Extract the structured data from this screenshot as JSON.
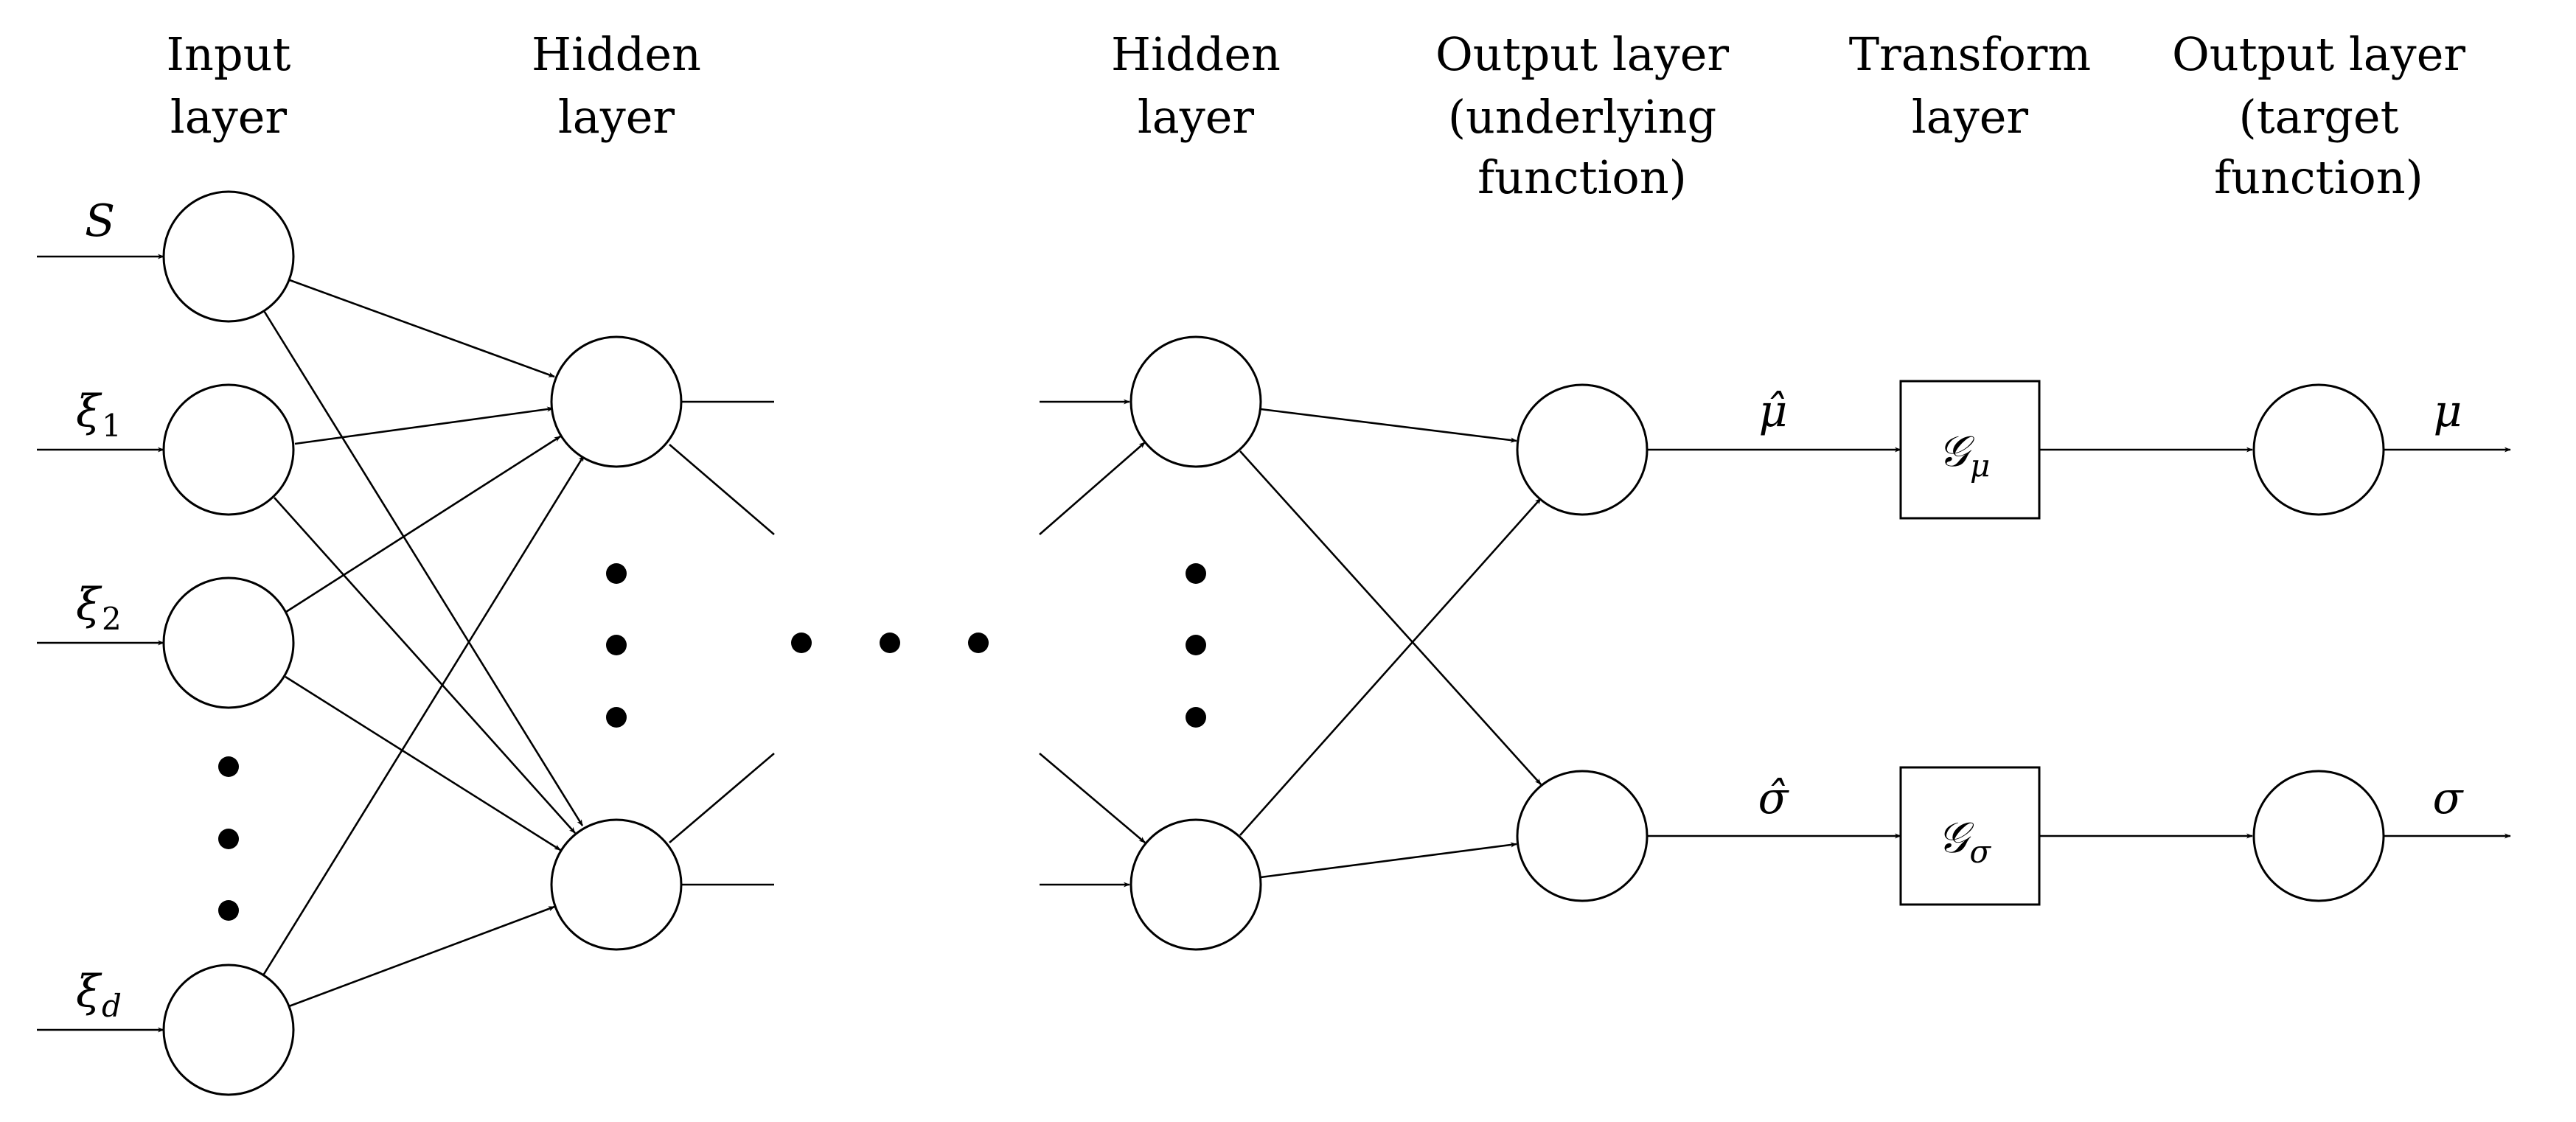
{
  "headers": {
    "input": [
      "Input",
      "layer"
    ],
    "hidden1": [
      "Hidden",
      "layer"
    ],
    "hidden2": [
      "Hidden",
      "layer"
    ],
    "underlying": [
      "Output layer",
      "(underlying",
      "function)"
    ],
    "transform": [
      "Transform",
      "layer"
    ],
    "target": [
      "Output layer",
      "(target",
      "function)"
    ]
  },
  "inputs": {
    "s": {
      "base": "S",
      "sub": ""
    },
    "xi1": {
      "base": "ξ",
      "sub": "1"
    },
    "xi2": {
      "base": "ξ",
      "sub": "2"
    },
    "xid": {
      "base": "ξ",
      "sub": "d"
    }
  },
  "outputs": {
    "mu_hat": "μ̂",
    "sigma_hat": "σ̂",
    "mu": "μ",
    "sigma": "σ"
  },
  "transforms": {
    "g_mu": {
      "base": "𝒢",
      "sub": "μ"
    },
    "g_sigma": {
      "base": "𝒢",
      "sub": "σ"
    }
  }
}
